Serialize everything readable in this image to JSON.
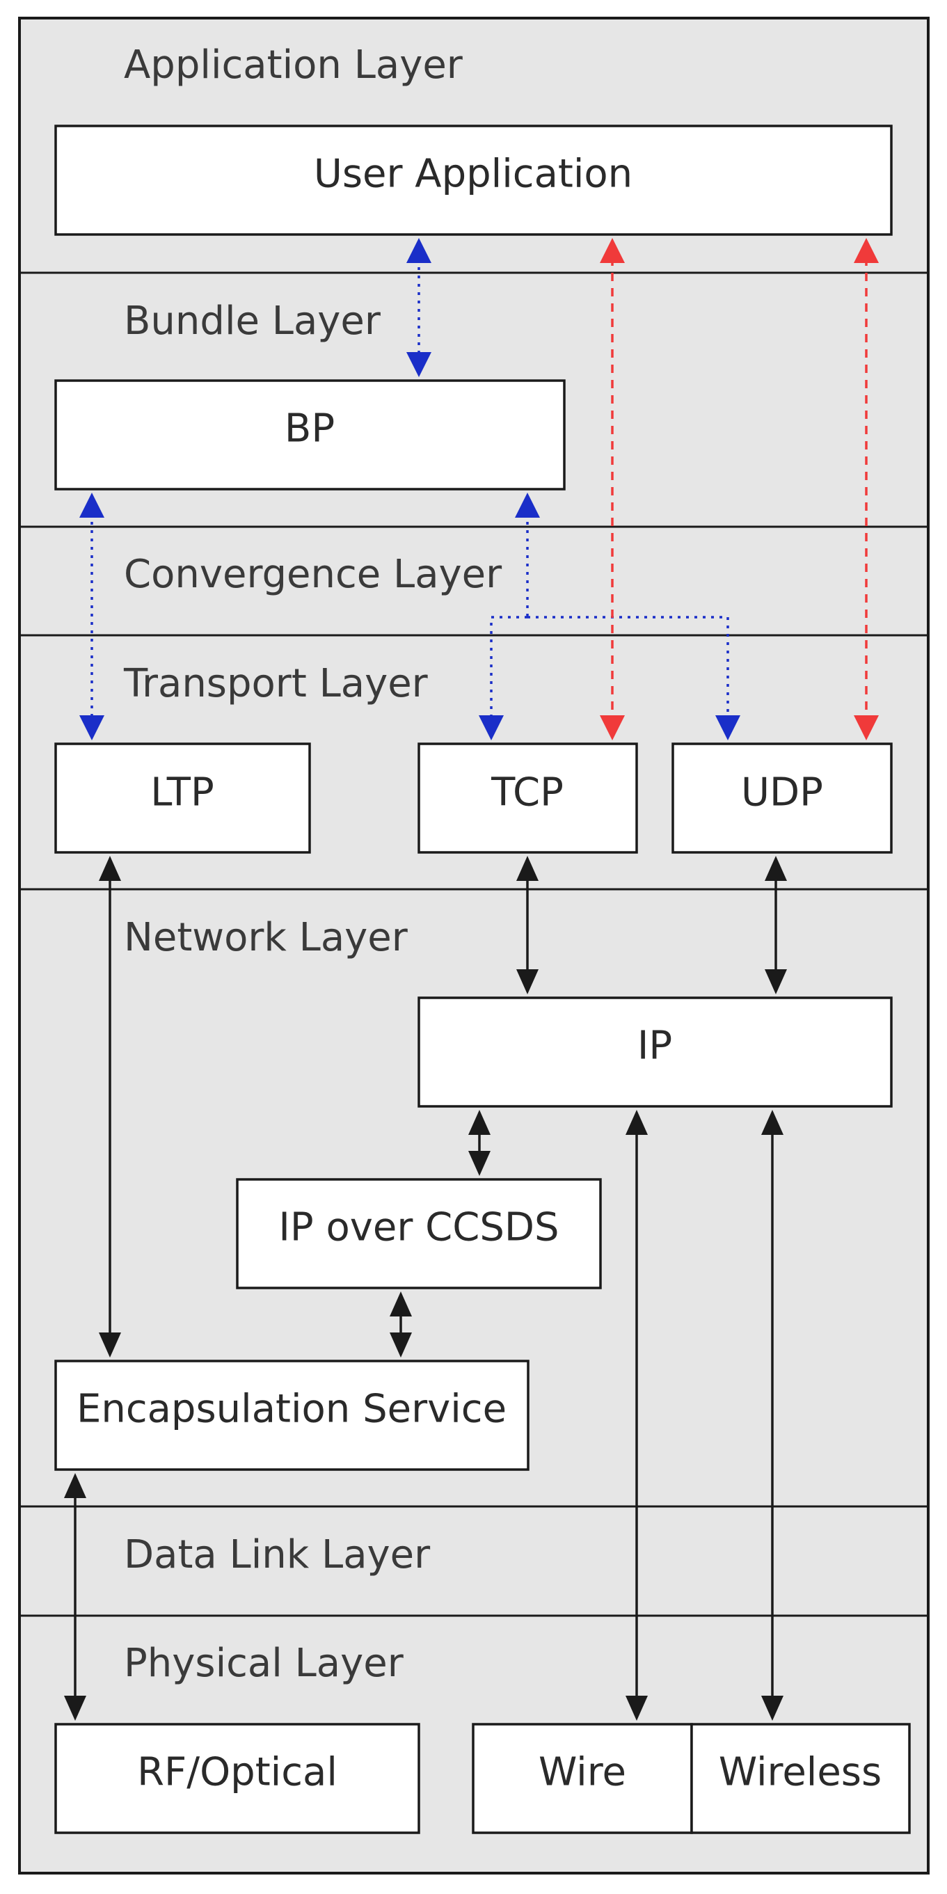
{
  "layers": {
    "application": "Application Layer",
    "bundle": "Bundle Layer",
    "convergence": "Convergence Layer",
    "transport": "Transport Layer",
    "network": "Network Layer",
    "data_link": "Data Link Layer",
    "physical": "Physical Layer"
  },
  "boxes": {
    "user_application": "User Application",
    "bp": "BP",
    "ltp": "LTP",
    "tcp": "TCP",
    "udp": "UDP",
    "ip": "IP",
    "ip_over_ccsds": "IP over CCSDS",
    "encapsulation_service": "Encapsulation Service",
    "rf_optical": "RF/Optical",
    "wire": "Wire",
    "wireless": "Wireless"
  },
  "colors": {
    "background": "#e6e6e6",
    "blue_dotted": "#1a2ec8",
    "red_dashed": "#f03a3a",
    "black": "#1a1a1a"
  }
}
